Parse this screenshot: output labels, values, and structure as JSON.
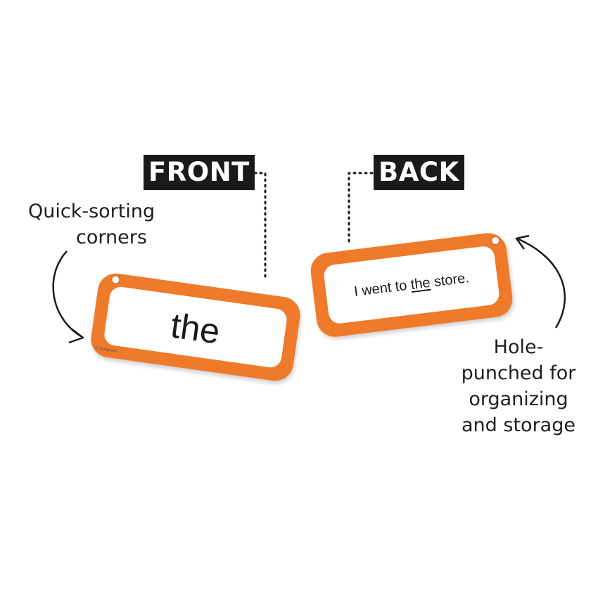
{
  "labels": {
    "front": "FRONT",
    "back": "BACK"
  },
  "captions": {
    "left": [
      "Quick-sorting",
      "corners"
    ],
    "right": [
      "Hole-",
      "punched for",
      "organizing",
      "and storage"
    ]
  },
  "front_card": {
    "word": "the",
    "brand": "© Edupress"
  },
  "back_card": {
    "sentence_before": "I went to ",
    "sentence_highlight": "the",
    "sentence_after": " store."
  },
  "colors": {
    "card_border": "#ee7a2a",
    "tag_background": "#1a1a1a",
    "text": "#1e1e1e"
  }
}
